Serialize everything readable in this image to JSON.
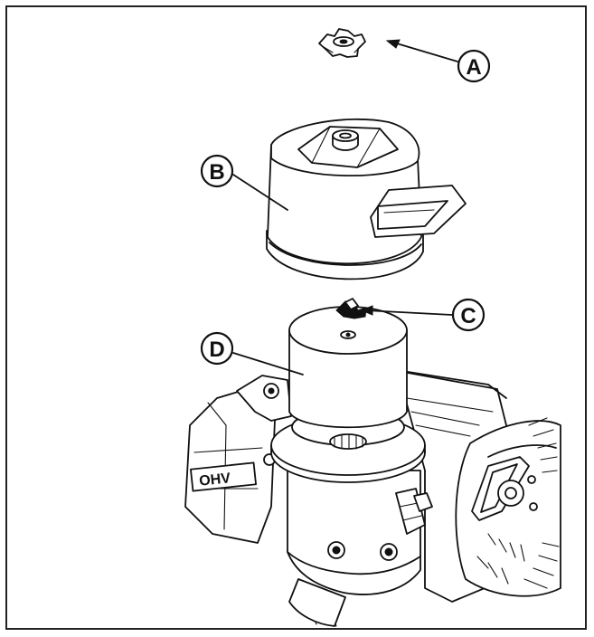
{
  "diagram": {
    "callouts": [
      {
        "id": "A",
        "label": "A",
        "part": "knob"
      },
      {
        "id": "B",
        "label": "B",
        "part": "cover"
      },
      {
        "id": "C",
        "label": "C",
        "part": "wing-nut"
      },
      {
        "id": "D",
        "label": "D",
        "part": "filter-element"
      }
    ],
    "engine_badge": "OHV"
  },
  "colors": {
    "line": "#111111",
    "paper": "#ffffff",
    "shade": "#d9d9d9"
  }
}
